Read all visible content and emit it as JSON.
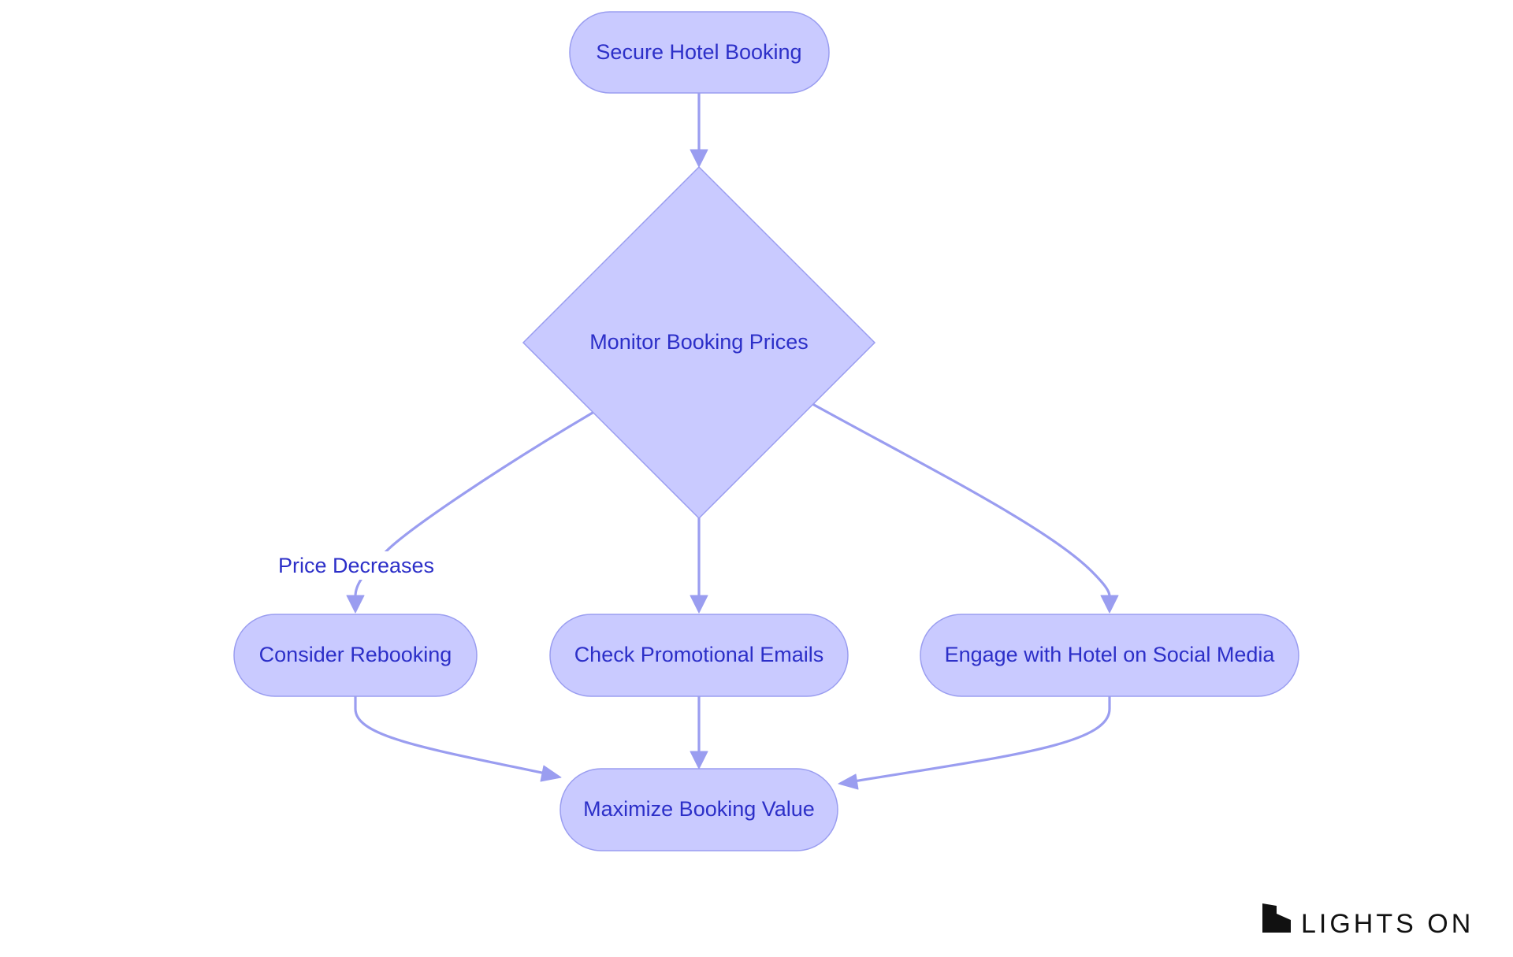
{
  "nodes": {
    "secure": "Secure Hotel Booking",
    "monitor": "Monitor Booking Prices",
    "rebook": "Consider Rebooking",
    "promo": "Check Promotional Emails",
    "social": "Engage with Hotel on Social Media",
    "maximize": "Maximize Booking Value"
  },
  "edges": {
    "price_decreases": "Price Decreases"
  },
  "logo": {
    "text": "LIGHTS ON"
  },
  "colors": {
    "node_fill": "#c9caff",
    "node_stroke": "#9a9df0",
    "edge": "#9a9df0",
    "text": "#2c2fc8"
  }
}
